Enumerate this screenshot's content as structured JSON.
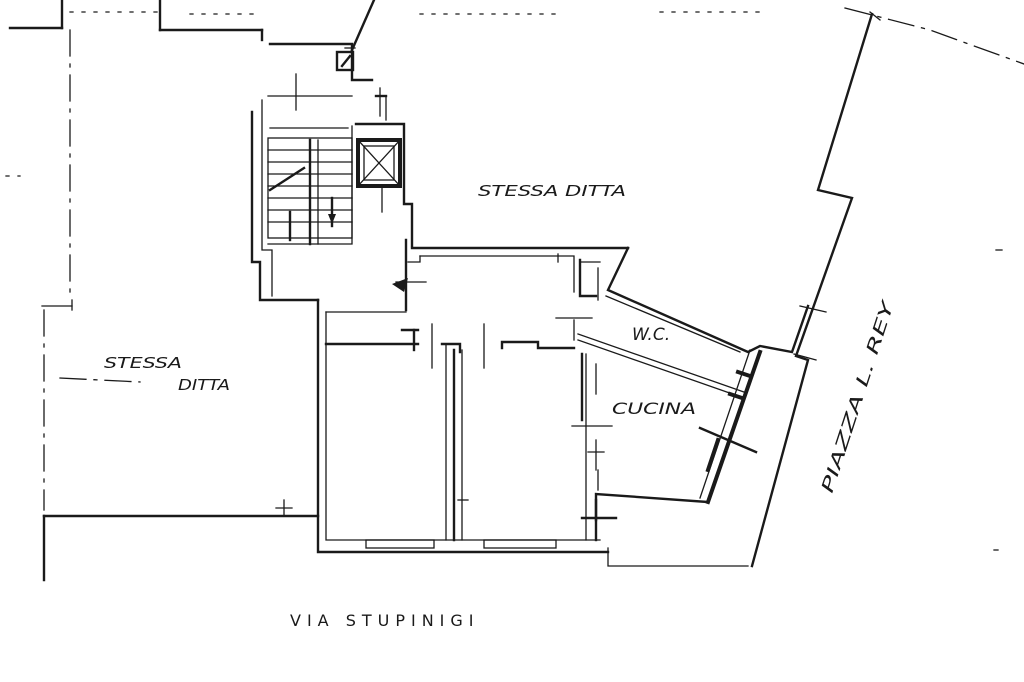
{
  "labels": {
    "stessa_ditta_top": "STESSA DITTA",
    "stessa_ditta_left_1": "STESSA",
    "stessa_ditta_left_2": "DITTA",
    "wc": "W.C.",
    "cucina": "CUCINA",
    "piazza": "PIAZZA L. REY",
    "via": "VIA   STUPINIGI"
  },
  "icons": {
    "stair": "staircase",
    "lift": "elevator-shaft",
    "entry": "entry-arrow"
  }
}
